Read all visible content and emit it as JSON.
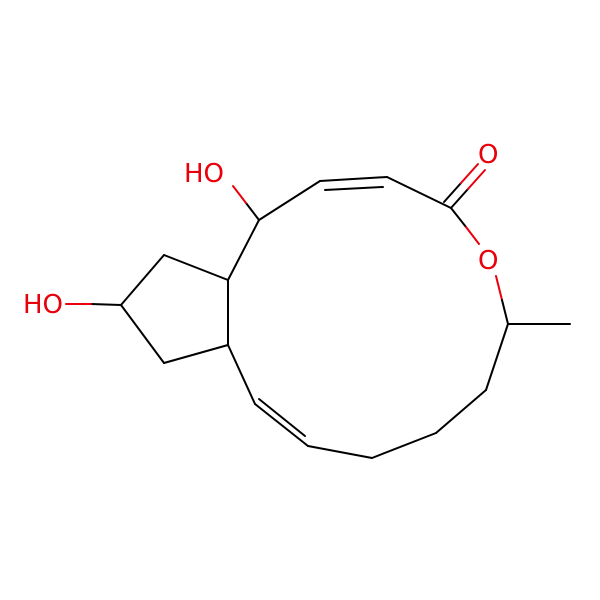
{
  "molecule": {
    "atom_labels": {
      "hydroxyl_top": "HO",
      "hydroxyl_left": "HO",
      "carbonyl_oxygen": "O",
      "ring_oxygen": "O"
    },
    "colors": {
      "bond": "#000000",
      "heteroatom": "#e8000b",
      "background": "#ffffff"
    }
  }
}
